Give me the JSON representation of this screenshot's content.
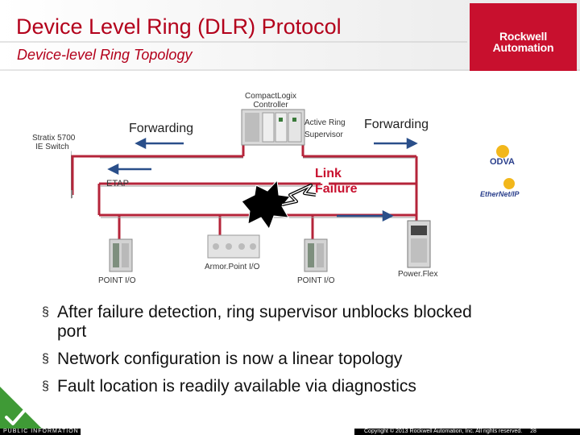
{
  "header": {
    "title": "Device Level Ring (DLR) Protocol",
    "subtitle": "Device-level Ring Topology",
    "logo_line1": "Rockwell",
    "logo_line2": "Automation",
    "logo_color": "#c8102e"
  },
  "diagram": {
    "controller_label_1": "CompactLogix",
    "controller_label_2": "Controller",
    "switch_label_1": "Stratix 5700",
    "switch_label_2": "IE Switch",
    "forwarding_left": "Forwarding",
    "forwarding_right": "Forwarding",
    "supervisor_label_1": "Active Ring",
    "supervisor_label_2": "Supervisor",
    "link_failure_1": "Link",
    "link_failure_2": "Failure",
    "etap_label": "ETAP",
    "point_io_left": "POINT I/O",
    "armor_point": "Armor.Point I/O",
    "point_io_right": "POINT I/O",
    "powerflex": "Power.Flex",
    "odva_logo": "ODVA",
    "ethernetip_logo": "EtherNet/IP",
    "ring_color": "#b5243a"
  },
  "bullets": [
    {
      "line1": "After failure detection, ring supervisor unblocks blocked",
      "line2": "port"
    },
    {
      "line1": "Network configuration is now a linear topology",
      "line2": ""
    },
    {
      "line1": "Fault location is readily available via diagnostics",
      "line2": ""
    }
  ],
  "footer": {
    "left": "PUBLIC INFORMATION",
    "right": "Copyright © 2013 Rockwell Automation, Inc. All rights reserved.",
    "page": "28"
  }
}
